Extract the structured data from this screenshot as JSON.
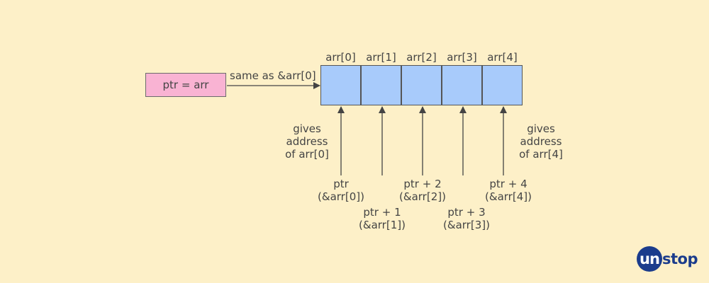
{
  "pointer": {
    "label": "ptr = arr",
    "arrow_label": "same as &arr[0]"
  },
  "array": {
    "indices": [
      "arr[0]",
      "arr[1]",
      "arr[2]",
      "arr[3]",
      "arr[4]"
    ]
  },
  "pointers": [
    {
      "line1": "ptr",
      "line2": "(&arr[0])"
    },
    {
      "line1": "ptr + 1",
      "line2": "(&arr[1])"
    },
    {
      "line1": "ptr + 2",
      "line2": "(&arr[2])"
    },
    {
      "line1": "ptr + 3",
      "line2": "(&arr[3])"
    },
    {
      "line1": "ptr + 4",
      "line2": "(&arr[4])"
    }
  ],
  "notes": {
    "left": [
      "gives",
      "address",
      "of arr[0]"
    ],
    "right": [
      "gives",
      "address",
      "of arr[4]"
    ]
  },
  "logo": {
    "circle_text": "un",
    "rest_text": "stop"
  },
  "colors": {
    "background": "#fdf0c8",
    "pointer_box": "#f9b3d3",
    "array_cell": "#a8cbfb",
    "brand": "#1b3c8c"
  }
}
